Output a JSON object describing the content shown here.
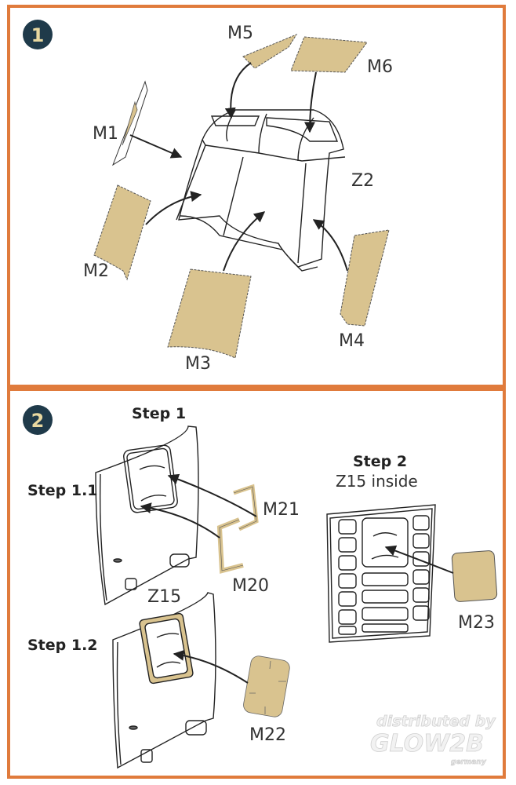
{
  "step1": {
    "badge": "1",
    "part_label": "Z2",
    "masks": [
      "M1",
      "M2",
      "M3",
      "M4",
      "M5",
      "M6"
    ]
  },
  "step2": {
    "badge": "2",
    "step1_title": "Step 1",
    "step1_1_label": "Step 1.1",
    "step1_2_label": "Step 1.2",
    "step2_title": "Step 2",
    "step2_subtitle": "Z15 inside",
    "part_label": "Z15",
    "masks": [
      "M20",
      "M21",
      "M22",
      "M23"
    ]
  },
  "watermark": {
    "line1": "distributed by",
    "line2": "GLOW2B",
    "line3": "germany"
  },
  "colors": {
    "border": "#e07b3c",
    "badge": "#1f3a4a",
    "mask": "#d9c38f"
  }
}
